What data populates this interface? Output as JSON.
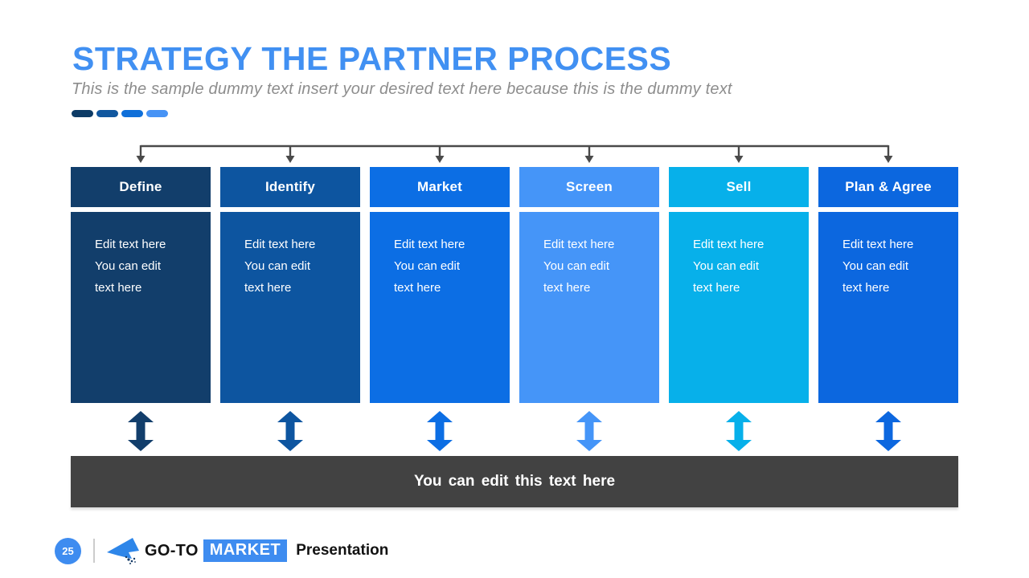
{
  "slide": {
    "title": "STRATEGY THE PARTNER PROCESS",
    "subtitle": "This is the sample dummy text insert your desired text here because this is the dummy text",
    "title_color": "#4190F2",
    "subtitle_color": "#8D8D8D"
  },
  "accent_dashes": [
    {
      "color": "#0D3B66"
    },
    {
      "color": "#11579F"
    },
    {
      "color": "#0F6FD9"
    },
    {
      "color": "#4793F5"
    }
  ],
  "connector_color": "#4A4A4A",
  "columns": [
    {
      "title": "Define",
      "color": "#123E6B",
      "body": "Edit text here\nYou can edit\ntext here"
    },
    {
      "title": "Identify",
      "color": "#0D55A0",
      "body": "Edit text here\nYou can edit\ntext here"
    },
    {
      "title": "Market",
      "color": "#0C6EE4",
      "body": "Edit text here\nYou can edit\ntext here"
    },
    {
      "title": "Screen",
      "color": "#4595F8",
      "body": "Edit text here\nYou can edit\ntext here"
    },
    {
      "title": "Sell",
      "color": "#07B0EA",
      "body": "Edit text here\nYou can edit\ntext here"
    },
    {
      "title": "Plan & Agree",
      "color": "#0C67DF",
      "body": "Edit text here\nYou can edit\ntext here"
    }
  ],
  "bottom_bar": {
    "label": "You can edit this text here",
    "color": "#424242"
  },
  "footer": {
    "page_number": "25",
    "brand_prefix": "GO-TO",
    "brand_highlight": "MARKET",
    "brand_suffix": "Presentation",
    "accent_color": "#3E8CF0",
    "icon_color": "#2E86E9",
    "icon_accent": "#143A66"
  }
}
